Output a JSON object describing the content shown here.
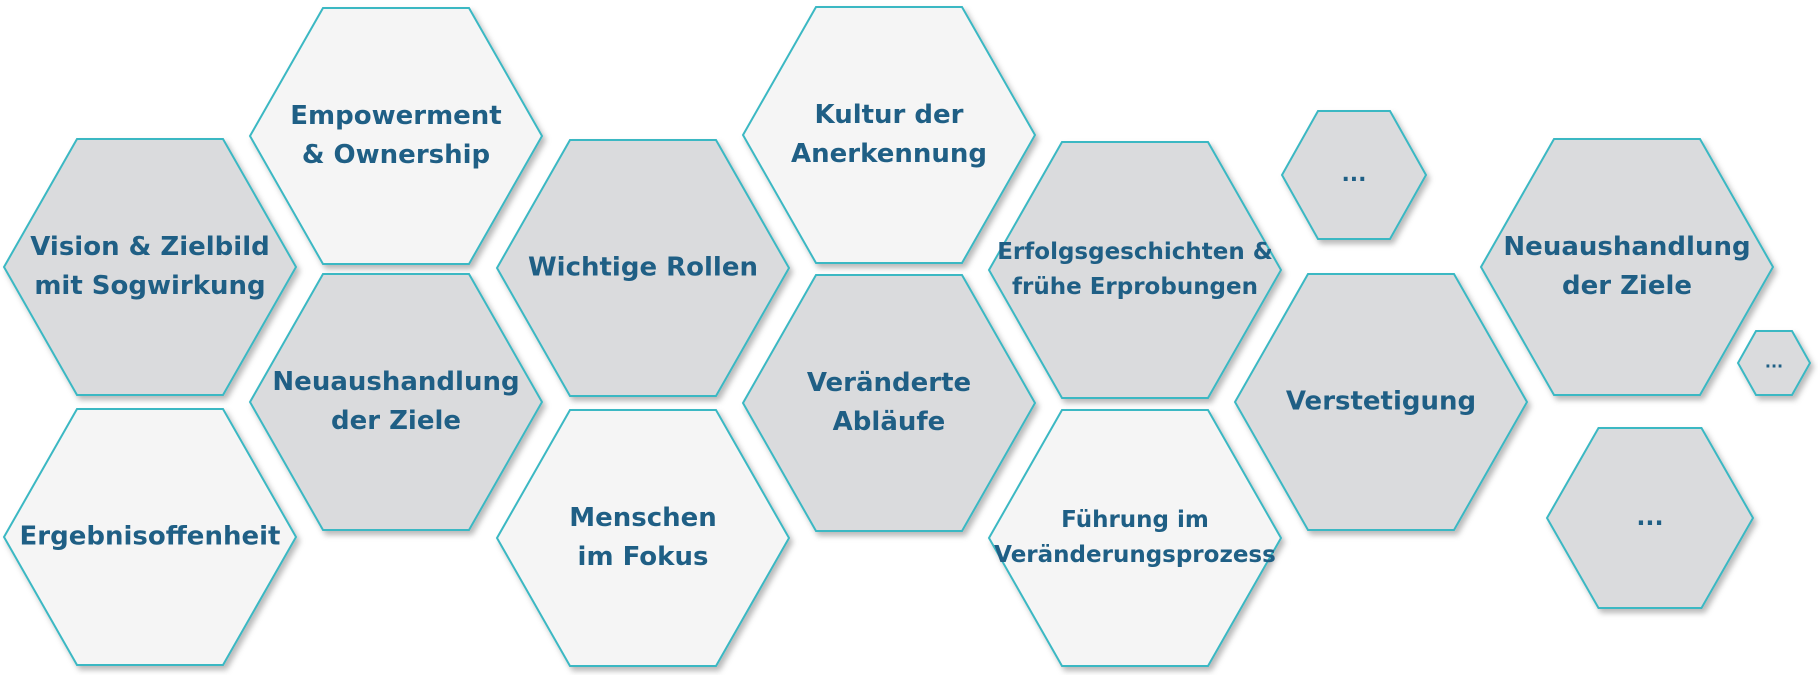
{
  "diagram": {
    "colors": {
      "grey_fill": "#dadbdd",
      "light_fill": "#f5f5f5",
      "stroke": "#3bb8c3",
      "text": "#1f5f85"
    },
    "hexagons": [
      {
        "id": "vision",
        "lines": [
          "Vision & Zielbild",
          "mit Sogwirkung"
        ],
        "tone": "grey"
      },
      {
        "id": "ergebnisoffenheit",
        "lines": [
          "Ergebnisoffenheit"
        ],
        "tone": "light"
      },
      {
        "id": "empowerment",
        "lines": [
          "Empowerment",
          "& Ownership"
        ],
        "tone": "light"
      },
      {
        "id": "neuaushandlung-1",
        "lines": [
          "Neuaushandlung",
          "der Ziele"
        ],
        "tone": "grey"
      },
      {
        "id": "wichtige-rollen",
        "lines": [
          "Wichtige Rollen"
        ],
        "tone": "grey"
      },
      {
        "id": "menschen",
        "lines": [
          "Menschen",
          "im Fokus"
        ],
        "tone": "light"
      },
      {
        "id": "kultur",
        "lines": [
          "Kultur der",
          "Anerkennung"
        ],
        "tone": "light"
      },
      {
        "id": "ablaeufe",
        "lines": [
          "Veränderte",
          "Abläufe"
        ],
        "tone": "grey"
      },
      {
        "id": "erfolgsgeschichten",
        "lines": [
          "Erfolgsgeschichten &",
          "frühe Erprobungen"
        ],
        "tone": "grey"
      },
      {
        "id": "fuehrung",
        "lines": [
          "Führung im",
          "Veränderungsprozess"
        ],
        "tone": "light"
      },
      {
        "id": "ellipsis-1",
        "lines": [
          "..."
        ],
        "tone": "grey"
      },
      {
        "id": "verstetigung",
        "lines": [
          "Verstetigung"
        ],
        "tone": "grey"
      },
      {
        "id": "neuaushandlung-2",
        "lines": [
          "Neuaushandlung",
          "der Ziele"
        ],
        "tone": "grey"
      },
      {
        "id": "ellipsis-2",
        "lines": [
          "..."
        ],
        "tone": "grey"
      },
      {
        "id": "ellipsis-3",
        "lines": [
          "..."
        ],
        "tone": "grey"
      }
    ]
  }
}
